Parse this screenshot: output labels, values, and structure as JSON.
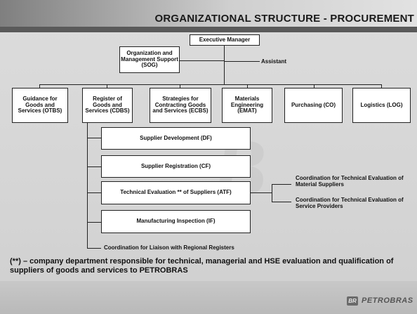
{
  "title": "ORGANIZATIONAL STRUCTURE -  PROCUREMENT",
  "top": {
    "executive_manager": "Executive Manager",
    "sog": "Organization and Management Support (SOG)",
    "assistant": "Assistant"
  },
  "departments": [
    "Guidance for Goods and Services (OTBS)",
    "Register of Goods and Services (CDBS)",
    "Strategies for Contracting Goods and Services (ECBS)",
    "Materials Engineering (EMAT)",
    "Purchasing (CO)",
    "Logistics (LOG)"
  ],
  "cdbs_units": [
    "Supplier Development (DF)",
    "Supplier Registration  (CF)",
    "Technical Evaluation ** of Suppliers (ATF)",
    "Manufacturing Inspection (IF)"
  ],
  "liaison": "Coordination for Liaison with Regional Registers",
  "atf_coordinations": [
    "Coordination for Technical Evaluation of Material Suppliers",
    "Coordination for Technical Evaluation of Service Providers"
  ],
  "note": "(**) – company department responsible for technical, managerial and HSE evaluation and qualification of suppliers of goods and services to PETROBRAS",
  "logo": {
    "mark": "BR",
    "name": "PETROBRAS"
  }
}
